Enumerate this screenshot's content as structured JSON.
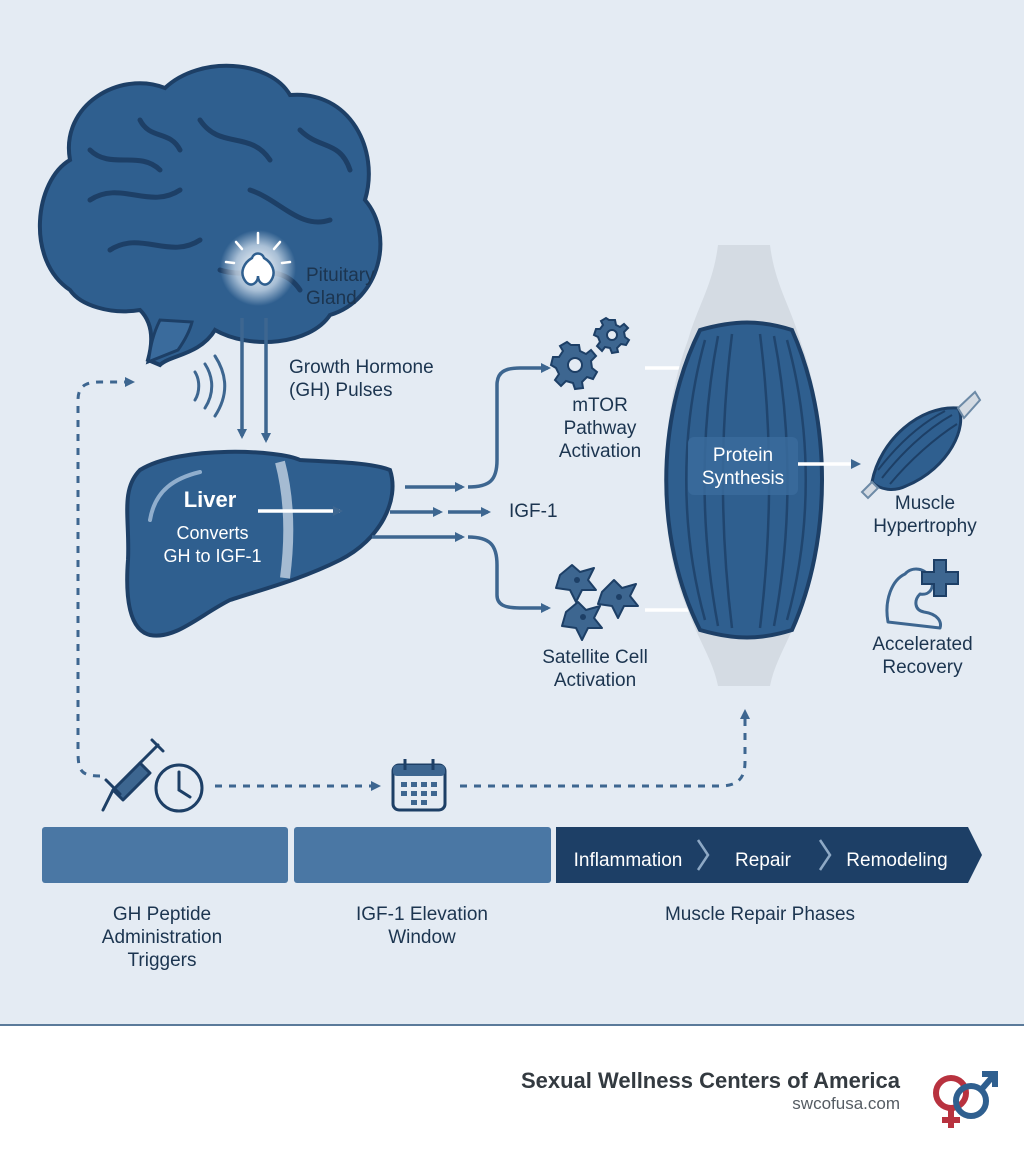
{
  "labels": {
    "pituitary": "Pituitary\nGland",
    "gh_pulses": "Growth Hormone\n(GH) Pulses",
    "liver_title": "Liver",
    "liver_sub": "Converts\nGH to IGF-1",
    "igf1": "IGF-1",
    "mtor": "mTOR\nPathway\nActivation",
    "satellite": "Satellite Cell\nActivation",
    "protein": "Protein\nSynthesis",
    "hypertrophy": "Muscle\nHypertrophy",
    "recovery": "Accelerated\nRecovery"
  },
  "timeline": {
    "phases": [
      "Inflammation",
      "Repair",
      "Remodeling"
    ],
    "captions": [
      "GH Peptide\nAdministration\nTriggers",
      "IGF-1 Elevation\nWindow",
      "Muscle Repair Phases"
    ]
  },
  "footer": {
    "brand": "Sexual Wellness Centers of America",
    "url": "swcofusa.com"
  },
  "colors": {
    "primary": "#2f5f8f",
    "dark": "#1d3f66",
    "mid": "#4d77a3",
    "background": "#e4ebf3",
    "logo_red": "#b8323f",
    "logo_blue": "#2f5f8f"
  }
}
